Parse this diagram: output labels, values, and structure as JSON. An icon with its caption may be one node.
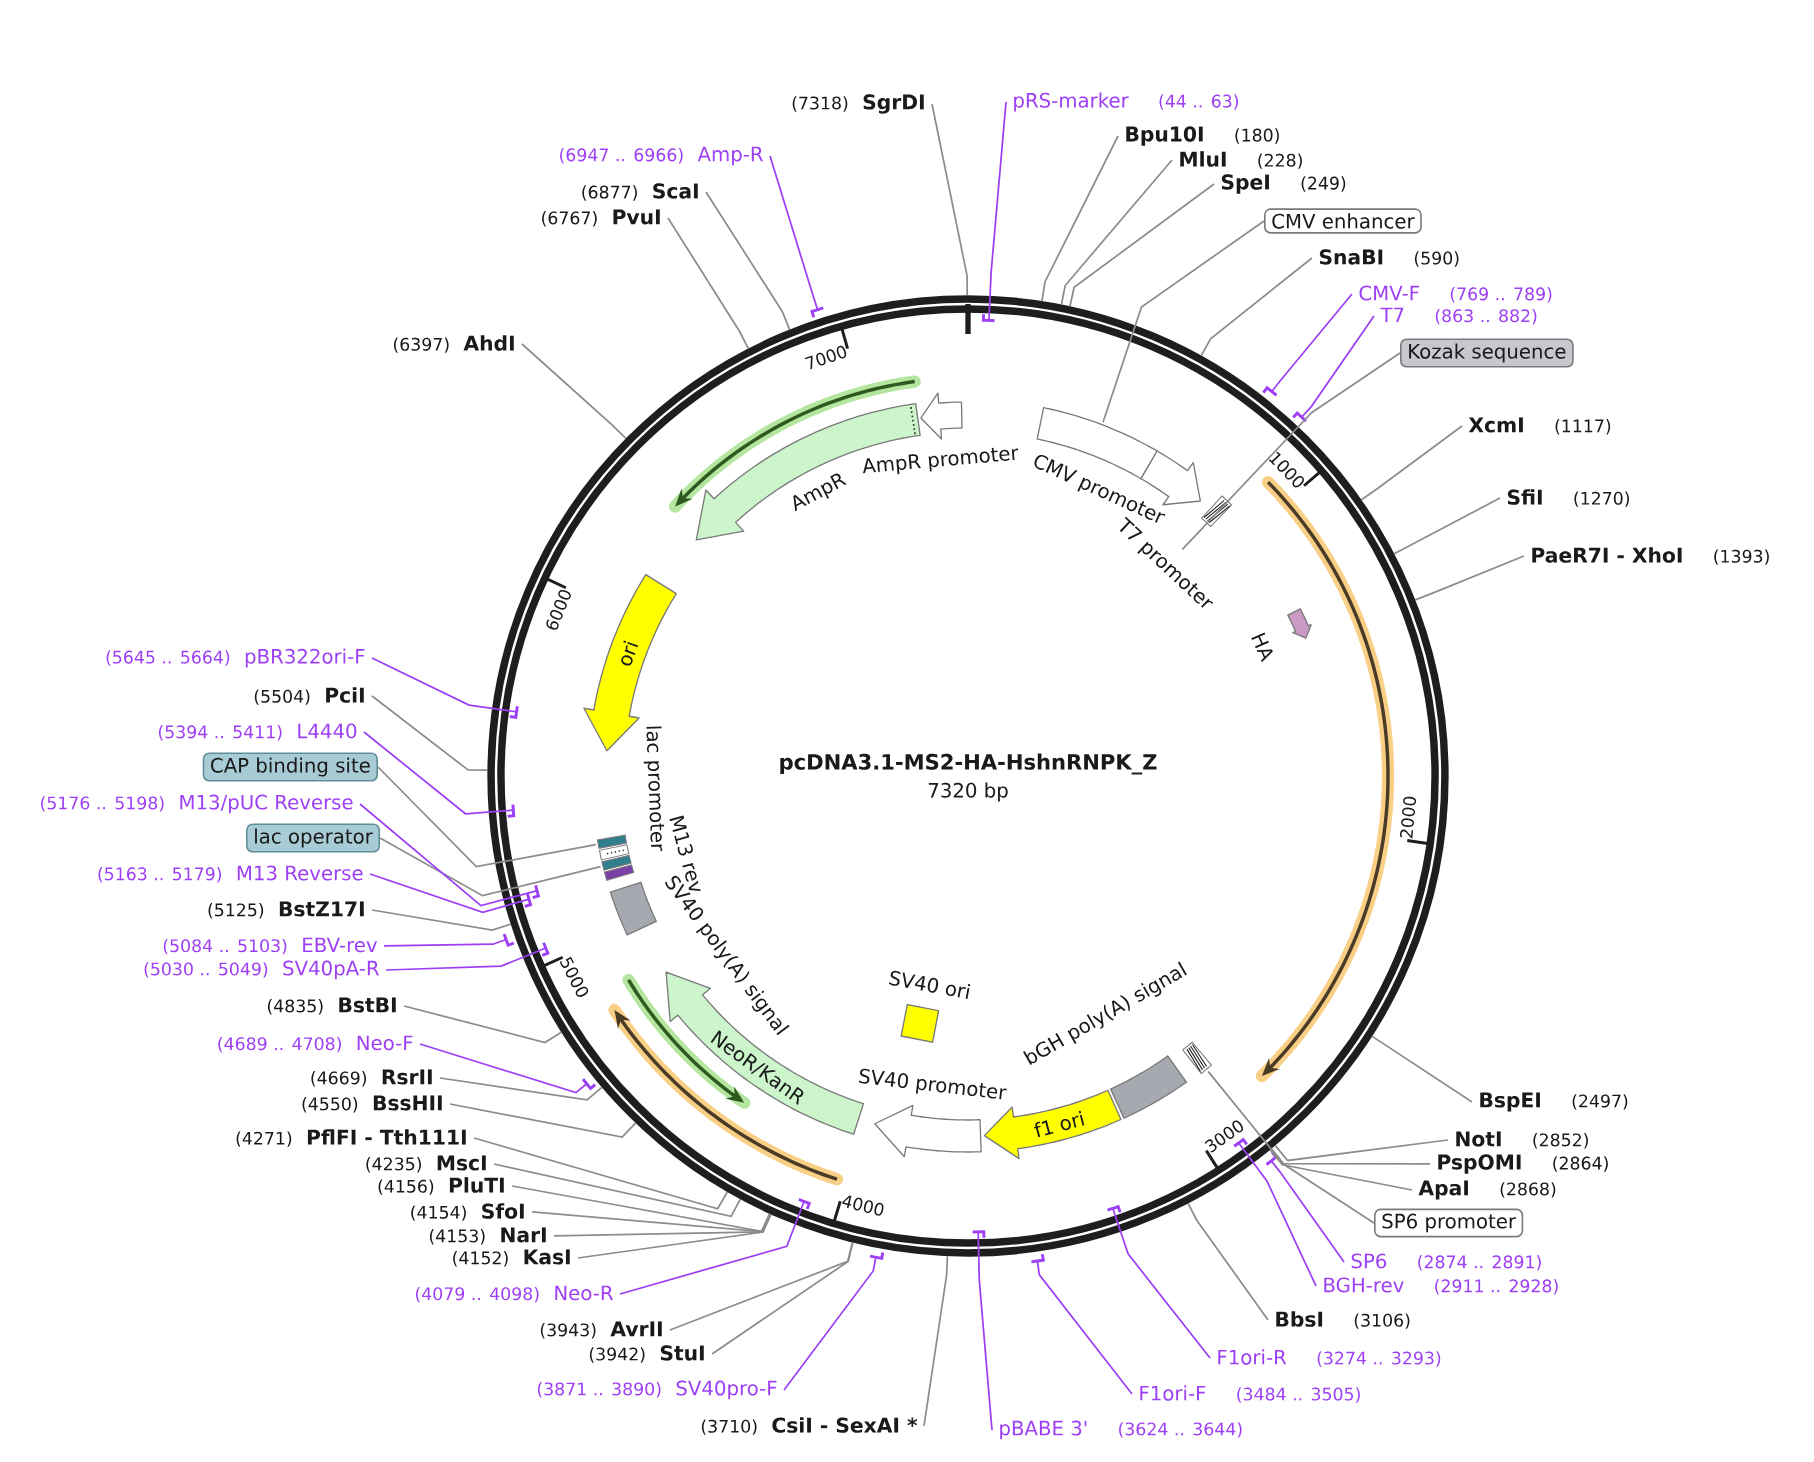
{
  "diagram": {
    "title": "pcDNA3.1-MS2-HA-HshnRNPK_Z",
    "nodes": [
      {
        "text": [],
        "shape": "circle"
      },
      {
        "text": [
          "pRS-marker",
          "(44 .. 63)"
        ]
      },
      {
        "text": [],
        "shape": "bar",
        "in": 0
      },
      {
        "text": [
          "Bpu10I",
          "(180)"
        ]
      },
      {
        "text": [
          "MluI",
          "(228)"
        ]
      },
      {
        "text": [
          "SpeI",
          "(249)"
        ]
      },
      {
        "text": [
          "CMV enhancer"
        ]
      },
      {
        "text": [
          "SnaBI",
          "(590)"
        ]
      },
      {
        "text": [
          "CMV-F",
          "(769 .. 789)"
        ]
      },
      {
        "text": [],
        "shape": "bar"
      },
      {
        "text": [
          "T7",
          "(863 .. 882)"
        ]
      },
      {
        "text": [],
        "shape": "bar"
      },
      {
        "text": [
          "Kozak sequence"
        ]
      },
      {
        "text": [
          "XcmI",
          "(1117)"
        ]
      },
      {
        "text": [
          "SfiI",
          "(1270)"
        ]
      },
      {
        "text": [
          "PaeR7I - XhoI",
          "(1393)"
        ]
      },
      {
        "text": [
          "BspEI",
          "(2497)"
        ]
      },
      {
        "text": [
          "NotI",
          "(2852)"
        ]
      },
      {
        "text": [
          "PspOMI",
          "(2864)"
        ]
      },
      {
        "text": [
          "ApaI",
          "(2868)"
        ]
      },
      {
        "text": [
          "SP6 promoter"
        ]
      },
      {
        "text": [
          "SP6",
          "(2874 .. 2891)"
        ]
      },
      {
        "text": [],
        "shape": "bar"
      },
      {
        "text": [
          "BGH-rev",
          "(2911 .. 2928)"
        ]
      },
      {
        "text": [],
        "shape": "bar",
        "in": 0
      },
      {
        "text": [
          "BbsI",
          "(3106)"
        ]
      },
      {
        "text": [
          "F1ori-R",
          "(3274 .. 3293)"
        ]
      },
      {
        "text": [],
        "shape": "bar",
        "in": 0
      },
      {
        "text": [
          "F1ori-F",
          "(3484 .. 3505)"
        ]
      },
      {
        "text": [],
        "shape": "bar"
      },
      {
        "text": [
          "pBABE 3'",
          "(3624 .. 3644)"
        ]
      },
      {
        "text": [],
        "shape": "bar",
        "in": 0
      },
      {
        "text": [
          "(3710)",
          "CsiI - SexAI *"
        ]
      },
      {
        "text": [
          "(3871 .. 3890)",
          "SV40pro-F"
        ]
      },
      {
        "text": [],
        "shape": "bar"
      },
      {
        "text": [
          "(3942)",
          "StuI"
        ]
      },
      {
        "text": [
          "(3943)",
          "AvrII"
        ]
      },
      {
        "text": [
          "(4079 .. 4098)",
          "Neo-R"
        ]
      },
      {
        "text": [],
        "shape": "bar",
        "in": 0
      },
      {
        "text": [
          "(4152)",
          "KasI"
        ]
      },
      {
        "text": [
          "(4153)",
          "NarI"
        ]
      },
      {
        "text": [
          "(4154)",
          "SfoI"
        ]
      },
      {
        "text": [
          "(4156)",
          "PluTI"
        ]
      },
      {
        "text": [
          "(4235)",
          "MscI"
        ]
      },
      {
        "text": [
          "(4271)",
          "PflFI - Tth111I"
        ]
      },
      {
        "text": [
          "(4550)",
          "BssHII"
        ]
      },
      {
        "text": [
          "(4669)",
          "RsrII"
        ]
      },
      {
        "text": [
          "(4689 .. 4708)",
          "Neo-F"
        ]
      },
      {
        "text": [],
        "shape": "bar"
      },
      {
        "text": [
          "(4835)",
          "BstBI"
        ]
      },
      {
        "text": [
          "(5030 .. 5049)",
          "SV40pA-R"
        ]
      },
      {
        "text": [],
        "shape": "bar",
        "in": 0
      },
      {
        "text": [
          "(5084 .. 5103)",
          "EBV-rev"
        ]
      },
      {
        "text": [],
        "shape": "bar"
      },
      {
        "text": [
          "(5125)",
          "BstZ17I"
        ]
      },
      {
        "text": [
          "(5163 .. 5179)",
          "M13 Reverse"
        ]
      },
      {
        "text": [],
        "shape": "bar",
        "in": 0
      },
      {
        "text": [
          "lac operator"
        ]
      },
      {
        "text": [
          "(5176 .. 5198)",
          "M13/pUC Reverse"
        ]
      },
      {
        "text": [],
        "shape": "bar",
        "in": 0
      },
      {
        "text": [
          "CAP binding site"
        ]
      },
      {
        "text": [
          "(5394 .. 5411)",
          "L4440"
        ]
      },
      {
        "text": [],
        "shape": "bar",
        "in": 0
      },
      {
        "text": [
          "(5504)",
          "PciI"
        ]
      },
      {
        "text": [
          "(5645 .. 5664)",
          "pBR322ori-F"
        ]
      },
      {
        "text": [],
        "shape": "bar",
        "in": 0
      },
      {
        "text": [
          "(6397)",
          "AhdI"
        ]
      },
      {
        "text": [
          "(6767)",
          "PvuI"
        ]
      },
      {
        "text": [
          "(6877)",
          "ScaI"
        ]
      },
      {
        "text": [
          "(6947 .. 6966)",
          "Amp-R"
        ]
      },
      {
        "text": [],
        "shape": "bar"
      },
      {
        "text": [
          "(7318)",
          "SgrDI"
        ]
      },
      {
        "text": [],
        "shape": "box",
        "in": 0
      },
      {
        "text": [
          "CMV promoter"
        ],
        "in": 0
      },
      {
        "text": [
          "T7 promoter"
        ],
        "in": 0
      },
      {
        "text": [
          "HA"
        ],
        "in": 0
      },
      {
        "text": [],
        "shape": "box",
        "in": 0
      },
      {
        "text": [
          "bGH poly(A) signal"
        ],
        "in": 0
      },
      {
        "text": [
          "f1 ori"
        ],
        "in": 0
      },
      {
        "text": [
          "SV40 ori"
        ],
        "in": 0
      },
      {
        "text": [
          "SV40 promoter"
        ],
        "in": 0
      },
      {
        "text": [
          "NeoR/KanR"
        ],
        "in": 0
      },
      {
        "text": [
          "SV40 poly(A) signal"
        ],
        "in": 0
      },
      {
        "text": [
          "M13 rev"
        ],
        "in": 0
      },
      {
        "text": [],
        "shape": "box",
        "in": 0
      },
      {
        "text": [
          "lac promoter"
        ],
        "in": 0
      },
      {
        "text": [],
        "shape": "box",
        "in": 0
      },
      {
        "text": [
          "ori"
        ],
        "in": 0
      },
      {
        "text": [
          "AmpR"
        ],
        "in": 0
      },
      {
        "text": [
          "AmpR promoter"
        ],
        "in": 0
      }
    ],
    "edges": [
      {
        "from": 1,
        "to": 2,
        "arrow": "none",
        "color": "#9d3ff5"
      },
      {
        "from": 3,
        "to": 0,
        "arrow": "none"
      },
      {
        "from": 4,
        "to": 0,
        "arrow": "none"
      },
      {
        "from": 5,
        "to": 0,
        "arrow": "none"
      },
      {
        "from": 6,
        "to": 72,
        "arrow": "none"
      },
      {
        "from": 7,
        "to": 0,
        "arrow": "none"
      },
      {
        "from": 8,
        "to": 9,
        "arrow": "none",
        "color": "#9d3ff5"
      },
      {
        "from": 10,
        "to": 11,
        "arrow": "none",
        "color": "#9d3ff5"
      },
      {
        "from": 12,
        "to": 0,
        "arrow": "none"
      },
      {
        "from": 13,
        "to": 0,
        "arrow": "none"
      },
      {
        "from": 14,
        "to": 0,
        "arrow": "none"
      },
      {
        "from": 15,
        "to": 0,
        "arrow": "none"
      },
      {
        "from": 16,
        "to": 0,
        "arrow": "none"
      },
      {
        "from": 17,
        "to": 0,
        "arrow": "none"
      },
      {
        "from": 18,
        "to": 0,
        "arrow": "none"
      },
      {
        "from": 19,
        "to": 0,
        "arrow": "none"
      },
      {
        "from": 20,
        "to": 76,
        "arrow": "none"
      },
      {
        "from": 21,
        "to": 22,
        "arrow": "none",
        "color": "#9d3ff5"
      },
      {
        "from": 23,
        "to": 24,
        "arrow": "none",
        "color": "#9d3ff5"
      },
      {
        "from": 25,
        "to": 0,
        "arrow": "none"
      },
      {
        "from": 26,
        "to": 27,
        "arrow": "none",
        "color": "#9d3ff5"
      },
      {
        "from": 28,
        "to": 29,
        "arrow": "none",
        "color": "#9d3ff5"
      },
      {
        "from": 30,
        "to": 31,
        "arrow": "none",
        "color": "#9d3ff5"
      },
      {
        "from": 32,
        "to": 0,
        "arrow": "none"
      },
      {
        "from": 33,
        "to": 34,
        "arrow": "none",
        "color": "#9d3ff5"
      },
      {
        "from": 35,
        "to": 0,
        "arrow": "none"
      },
      {
        "from": 36,
        "to": 0,
        "arrow": "none"
      },
      {
        "from": 37,
        "to": 38,
        "arrow": "none",
        "color": "#9d3ff5"
      },
      {
        "from": 39,
        "to": 0,
        "arrow": "none"
      },
      {
        "from": 40,
        "to": 0,
        "arrow": "none"
      },
      {
        "from": 41,
        "to": 0,
        "arrow": "none"
      },
      {
        "from": 42,
        "to": 0,
        "arrow": "none"
      },
      {
        "from": 43,
        "to": 0,
        "arrow": "none"
      },
      {
        "from": 44,
        "to": 0,
        "arrow": "none"
      },
      {
        "from": 45,
        "to": 0,
        "arrow": "none"
      },
      {
        "from": 46,
        "to": 0,
        "arrow": "none"
      },
      {
        "from": 47,
        "to": 48,
        "arrow": "none",
        "color": "#9d3ff5"
      },
      {
        "from": 49,
        "to": 0,
        "arrow": "none"
      },
      {
        "from": 50,
        "to": 51,
        "arrow": "none",
        "color": "#9d3ff5"
      },
      {
        "from": 52,
        "to": 53,
        "arrow": "none",
        "color": "#9d3ff5"
      },
      {
        "from": 54,
        "to": 0,
        "arrow": "none"
      },
      {
        "from": 55,
        "to": 56,
        "arrow": "none",
        "color": "#9d3ff5"
      },
      {
        "from": 57,
        "to": 84,
        "arrow": "none"
      },
      {
        "from": 58,
        "to": 59,
        "arrow": "none",
        "color": "#9d3ff5"
      },
      {
        "from": 60,
        "to": 86,
        "arrow": "none"
      },
      {
        "from": 61,
        "to": 62,
        "arrow": "none",
        "color": "#9d3ff5"
      },
      {
        "from": 63,
        "to": 0,
        "arrow": "none"
      },
      {
        "from": 64,
        "to": 65,
        "arrow": "none",
        "color": "#9d3ff5"
      },
      {
        "from": 66,
        "to": 0,
        "arrow": "none"
      },
      {
        "from": 67,
        "to": 0,
        "arrow": "none"
      },
      {
        "from": 68,
        "to": 0,
        "arrow": "none"
      },
      {
        "from": 69,
        "to": 70,
        "arrow": "none",
        "color": "#9d3ff5"
      },
      {
        "from": 71,
        "to": 0,
        "arrow": "none"
      },
      {
        "from": 74,
        "to": 0,
        "arrow": "none"
      }
    ],
    "labels": [
      "7320 bp",
      "1000",
      "2000",
      "3000",
      "4000",
      "5000",
      "6000",
      "7000"
    ]
  }
}
